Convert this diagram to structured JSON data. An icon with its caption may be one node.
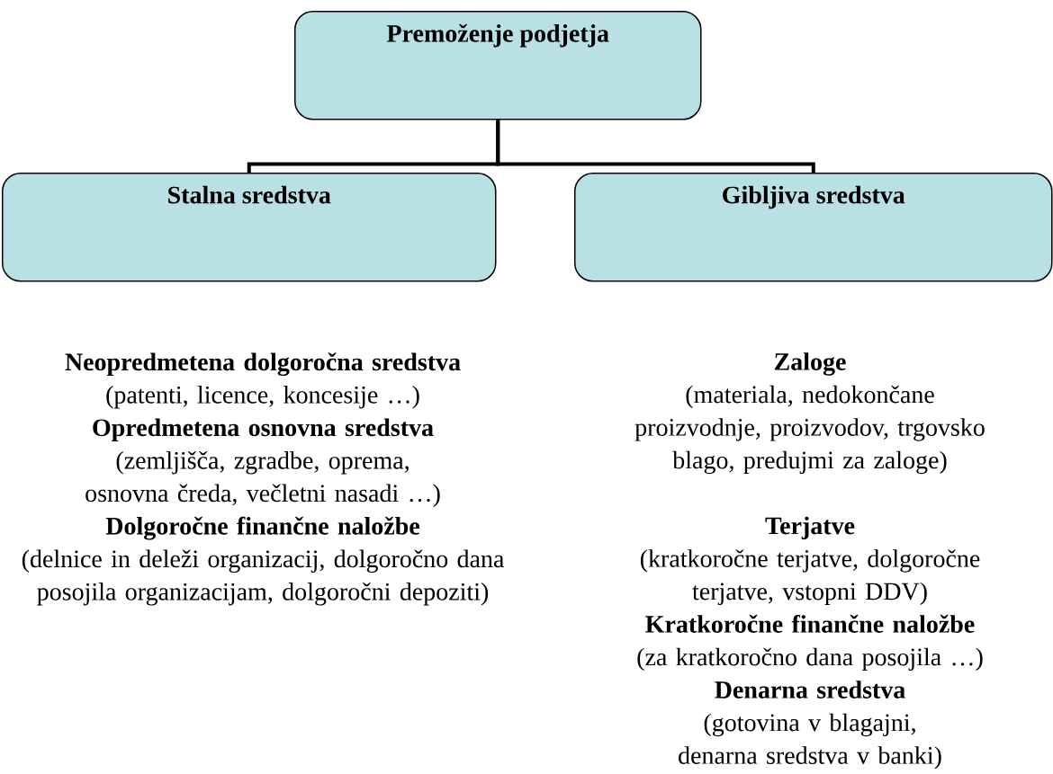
{
  "diagram": {
    "nodes": [
      {
        "text": [
          "Premoženje podjetja"
        ]
      },
      {
        "text": [
          "Stalna sredstva"
        ]
      },
      {
        "text": [
          "Gibljiva sredstva"
        ]
      }
    ],
    "edges": [
      {
        "from": 0,
        "to": 1,
        "arrow": "none"
      },
      {
        "from": 0,
        "to": 2,
        "arrow": "none"
      }
    ],
    "labels": [
      "Neopredmetena dolgoročna sredstva",
      "(patenti, licence, koncesije …)",
      "Opredmetena osnovna sredstva",
      "(zemljišča, zgradbe, oprema, osnovna čreda, večletni nasadi …)",
      "Dolgoročne finančne naložbe",
      "(delnice in deleži organizacij, dolgoročno dana posojila organizacijam, dolgoročni depoziti)",
      "Zaloge",
      "(materiala, nedokončane proizvodnje, proizvodov, trgovsko blago, predujmi za zaloge)",
      "Terjatve",
      "(kratkoročne terjatve, dolgoročne terjatve, vstopni DDV)",
      "Kratkoročne finančne naložbe",
      "(za kratkoročno dana posojila …)",
      "Denarna sredstva",
      "(gotovina v blagajni, denarna sredstva v banki)"
    ]
  }
}
